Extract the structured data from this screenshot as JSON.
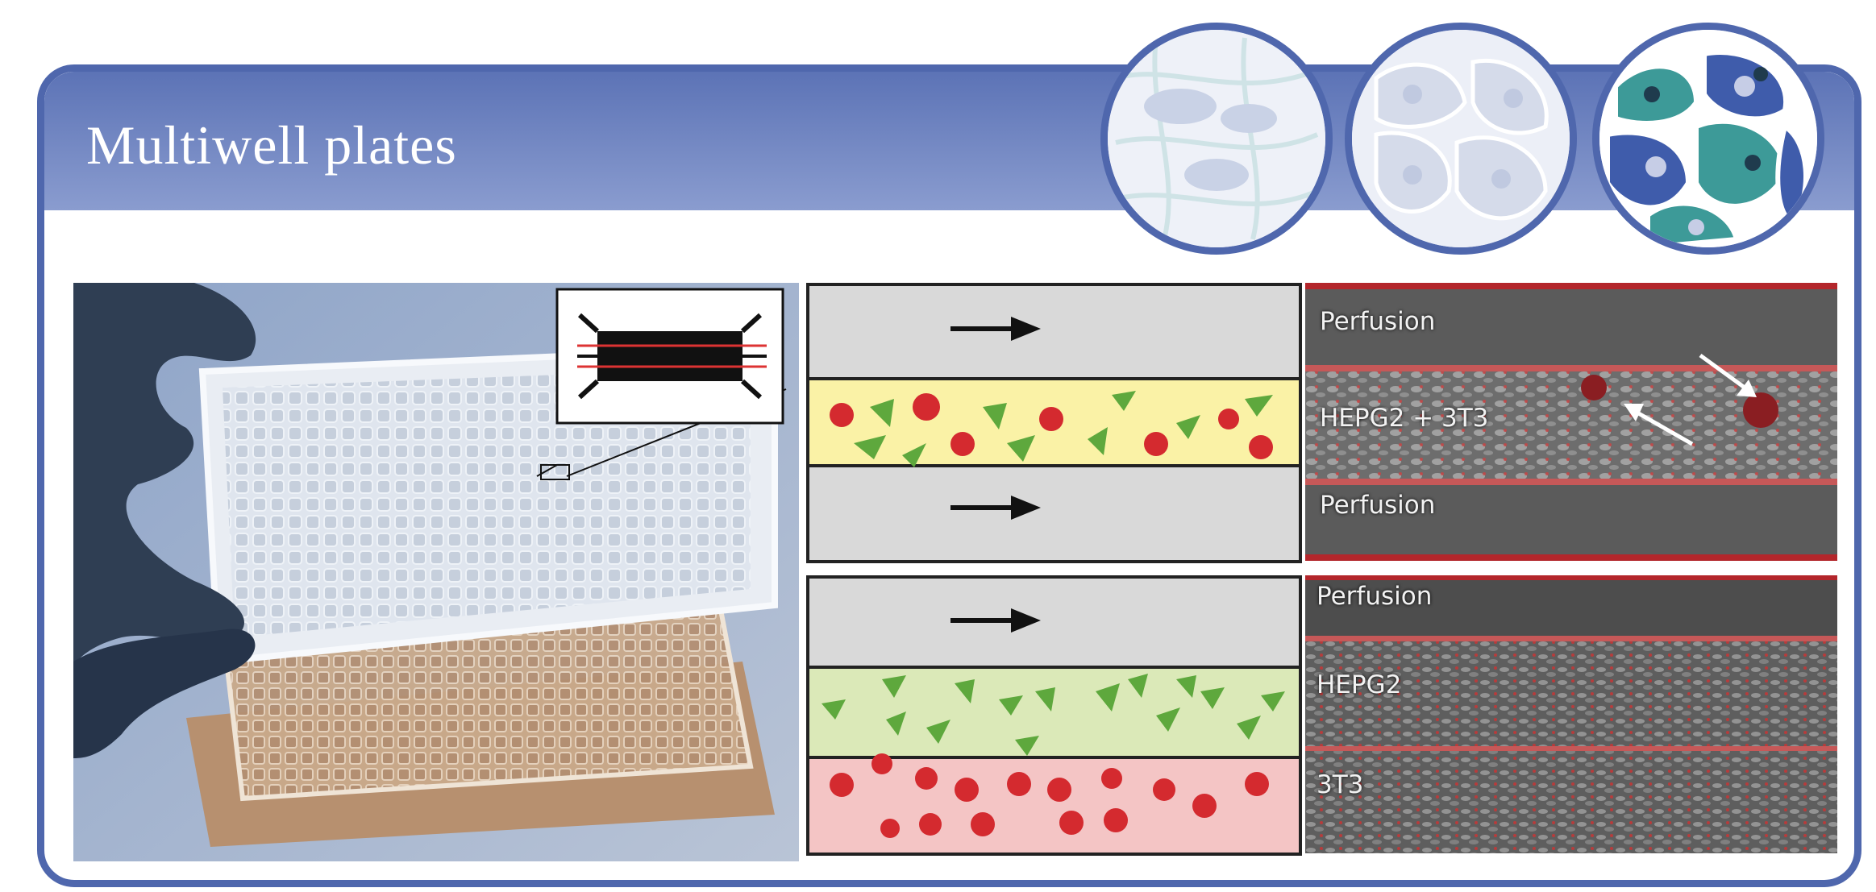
{
  "header": {
    "title": "Multiwell plates",
    "colors": {
      "frame": "#4f67ad",
      "header_top": "#5c73b6",
      "header_bottom": "#8a9ccf"
    },
    "icons": [
      "cells-in-scaffold-icon",
      "cells-monolayer-icon",
      "tissue-coculture-icon"
    ]
  },
  "photo": {
    "description_icon": "multiwell-plate-photo",
    "inset_icon": "microfluidic-chip-icon"
  },
  "schematic_top": {
    "lanes": [
      "perfusion",
      "mixed-coculture",
      "perfusion"
    ],
    "arrow_icon": "flow-arrow-icon",
    "colors": {
      "perfusion": "#d9d9d9",
      "coculture": "#faf2a6"
    }
  },
  "schematic_bottom": {
    "lanes": [
      "perfusion",
      "hepg2",
      "3t3"
    ],
    "colors": {
      "perfusion": "#d9d9d9",
      "hepg2": "#dbe9b8",
      "3t3": "#f4c5c5"
    }
  },
  "micrograph_top": {
    "labels": [
      "Perfusion",
      "HEPG2 + 3T3",
      "Perfusion"
    ]
  },
  "micrograph_bottom": {
    "labels": [
      "Perfusion",
      "HEPG2",
      "3T3"
    ]
  }
}
